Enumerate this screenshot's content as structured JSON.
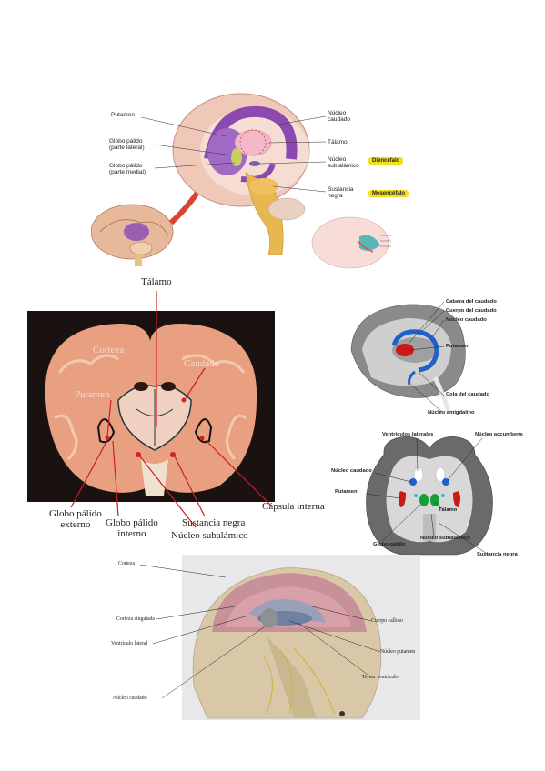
{
  "panel1": {
    "labels": {
      "putamen": "Putamen",
      "gp_lateral": "Globo pálido\n(parte lateral)",
      "gp_medial": "Globo pálido\n(parte medial)",
      "caudate": "Núcleo\ncaudado",
      "thalamus": "Tálamo",
      "subthalamic": "Núcleo\nsubtalámico",
      "substantia": "Sustancia\nnegra",
      "diencephalon": "Diencéfalo",
      "mesencephalon": "Mesencéfalo"
    }
  },
  "panel2": {
    "labels": {
      "talamo": "Tálamo",
      "corteza": "Corteza",
      "caudado": "Caudado",
      "putamen": "Putamen",
      "gp_externo": "Globo pálido\nexterno",
      "gp_interno": "Globo pálido\ninterno",
      "sustancia": "Sustancia negra",
      "subtalamico": "Núcleo subalámico",
      "capsula": "Cápsula interna"
    }
  },
  "panel3": {
    "labels": {
      "cabeza": "Cabeza del caudado",
      "cuerpo": "Cuerpo del caudado",
      "nucleo_caudado": "Núcleo caudado",
      "putamen": "Putamen",
      "cola": "Cola del caudado",
      "amigdalino": "Núcleo amigdalino"
    }
  },
  "panel4": {
    "labels": {
      "ventriculos": "Ventrículos laterales",
      "accumbens": "Núcleo accumbens",
      "caudado": "Núcleo caudado",
      "putamen": "Putamen",
      "talamo": "Tálamo",
      "globo": "Globo pálido",
      "subtalamico": "Núcleo subtalámico",
      "sustancia": "Sustancia negra"
    }
  },
  "panel5": {
    "labels": {
      "corteza": "Corteza",
      "cingulada": "Corteza cingulada",
      "ventriculo": "Ventrículo lateral",
      "caudado": "Núcleo caudado",
      "calloso": "Cuerpo calloso",
      "putamen": "Núcleo putamen",
      "tercer": "Tercer ventrículo"
    }
  }
}
